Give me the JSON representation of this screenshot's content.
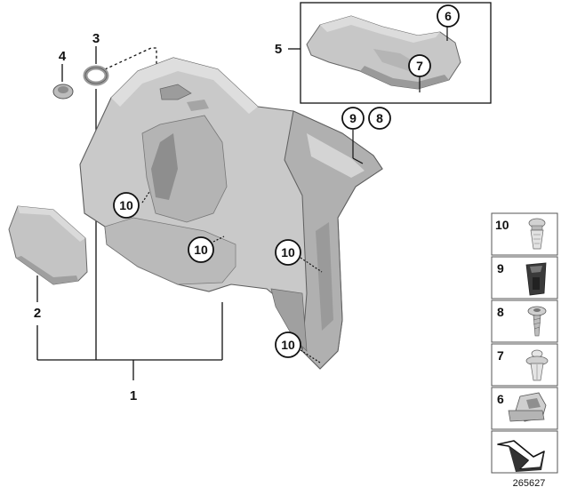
{
  "diagram": {
    "part_numbers": {
      "p1": "1",
      "p2": "2",
      "p3": "3",
      "p4": "4",
      "p5": "5"
    },
    "callouts": {
      "c6_top": "6",
      "c7_top": "7",
      "c9": "9",
      "c8": "8",
      "c10_a": "10",
      "c10_b": "10",
      "c10_c": "10",
      "c10_d": "10"
    },
    "legend": {
      "items": [
        {
          "label": "10",
          "icon": "push-rivet-icon"
        },
        {
          "label": "9",
          "icon": "clip-nut-icon"
        },
        {
          "label": "8",
          "icon": "screw-icon"
        },
        {
          "label": "7",
          "icon": "expanding-rivet-icon"
        },
        {
          "label": "6",
          "icon": "spring-clip-icon"
        }
      ],
      "arrow_icon": "direction-arrow-icon"
    },
    "document_id": "265627",
    "colors": {
      "panel_fill": "#c9c9c9",
      "panel_shadow": "#a8a8a8",
      "line": "#111111"
    }
  }
}
